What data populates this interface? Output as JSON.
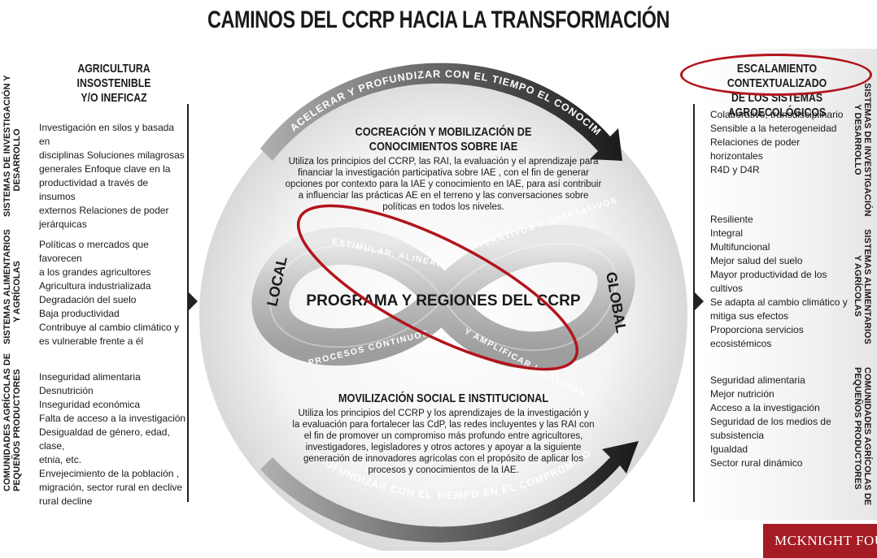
{
  "title": "CAMINOS DEL CCRP HACIA LA TRANSFORMACIÓN",
  "left": {
    "header": [
      "AGRICULTURA INSOSTENIBLE",
      "Y/O INEFICAZ"
    ],
    "sections": [
      {
        "label": [
          "SISTEMAS DE INVESTIGACIÓN Y",
          "DESARROLLO"
        ],
        "items": [
          "Investigación en silos y basada en",
          "disciplinas Soluciones milagrosas",
          "generales Enfoque clave en la",
          "productividad a través de insumos",
          "externos Relaciones de poder",
          "jerárquicas"
        ]
      },
      {
        "label": [
          "SISTEMAS ALIMENTARIOS",
          "Y AGRÍCOLAS"
        ],
        "items": [
          "Políticas o mercados que favorecen",
          "a los grandes agricultores",
          "Agricultura industrializada",
          "Degradación del suelo",
          "Baja productividad",
          "Contribuye al cambio climático y",
          "es vulnerable frente a él"
        ]
      },
      {
        "label": [
          "COMUNIDADES AGRÍCOLAS DE",
          "PEQUEÑOS PRODUCTORES"
        ],
        "items": [
          "Inseguridad alimentaria",
          "Desnutrición",
          "Inseguridad económica",
          "Falta de acceso a la investigación",
          "Desigualdad de género, edad, clase,",
          "etnia, etc.",
          "Envejecimiento de la población ,",
          "migración, sector rural en declive",
          "rural decline"
        ]
      }
    ]
  },
  "right": {
    "header": [
      "ESCALAMIENTO CONTEXTUALIZADO",
      "DE LOS SISTEMAS AGROECOLÓGICOS"
    ],
    "sections": [
      {
        "label": [
          "SISTEMAS DE INVESTIGACIÓN",
          "Y DESARROLLO"
        ],
        "items": [
          "Colaborativo, transdisciplinario",
          "Sensible a la heterogeneidad",
          "Relaciones de poder horizontales",
          "R4D y D4R"
        ]
      },
      {
        "label": [
          "SISTEMAS ALIMENTARIOS",
          "Y AGRÍCOLAS"
        ],
        "items": [
          "Resiliente",
          "Integral",
          "Multifuncional",
          "Mejor salud del suelo",
          "Mayor productividad de los cultivos",
          "Se adapta al cambio climático y",
          "mitiga sus efectos",
          "Proporciona servicios ecosistémicos"
        ]
      },
      {
        "label": [
          "COMUNIDADES AGRÍCOLAS DE",
          "PEQUEÑOS PRODUCTORES"
        ],
        "items": [
          "Seguridad alimentaria",
          "Mejor nutrición",
          "Acceso a la investigación",
          "Seguridad de los medios de",
          "subsistencia",
          "Igualdad",
          "Sector rural dinámico"
        ]
      }
    ]
  },
  "center": {
    "top_arc": "ACELERAR Y PROFUNDIZAR CON EL TIEMPO EL CONOCIMIENTO AGROECOLÓGICO",
    "bottom_arc": "PROFUNDIZAR CON EL TIEMPO EN EL COMPROMISO Y LA CONFIANZA",
    "top_section": {
      "heading": [
        "COCREACIÓN Y MOBILIZACIÓN DE",
        "CONOCIMIENTOS SOBRE IAE"
      ],
      "lines": [
        "Utiliza los principios del CCRP, las RAI, la evaluación y el aprendizaje para",
        "financiar la investigación participativa sobre IAE , con el fin de generar",
        "opciones por contexto para la IAE y conocimiento en IAE, para así contribuir",
        "a influenciar las prácticas AE en el terreno y las conversaciones sobre",
        "políticas en todos los niveles."
      ]
    },
    "bottom_section": {
      "heading": [
        "MOVILIZACIÓN SOCIAL E INSTITUCIONAL"
      ],
      "lines": [
        "Utiliza los principios del CCRP y los aprendizajes de la investigación y",
        "la evaluación para fortalecer las CdP, las redes incluyentes y las RAI con",
        "el fin de promover un compromiso más profundo entre  agricultores,",
        "investigadores, legisladores y otros actores y apoyar a la siguiente",
        "generación de innovadores agrícolas con el propósito de aplicar los",
        "procesos y conocimientos de la IAE."
      ]
    },
    "infinity": {
      "center_label": "PROGRAMA Y REGIONES DEL CCRP",
      "local": "LOCAL",
      "global": "GLOBAL",
      "band_top_left": "ESTIMULAR, ALINEAR",
      "band_top_right": "ITERATIVOS Y ADAPTATIVOS",
      "band_bottom_left": "PROCESOS CONTINUOS,",
      "band_bottom_right": "Y AMPLIFICAR LA ACCIÓN"
    }
  },
  "logo": "MCKNIGHT FOUN",
  "colors": {
    "highlight_red": "#b3141c",
    "arrow_dark": "#2a2a2a",
    "arrow_light": "#9a9a9a",
    "logo_red": "#a51c24"
  }
}
